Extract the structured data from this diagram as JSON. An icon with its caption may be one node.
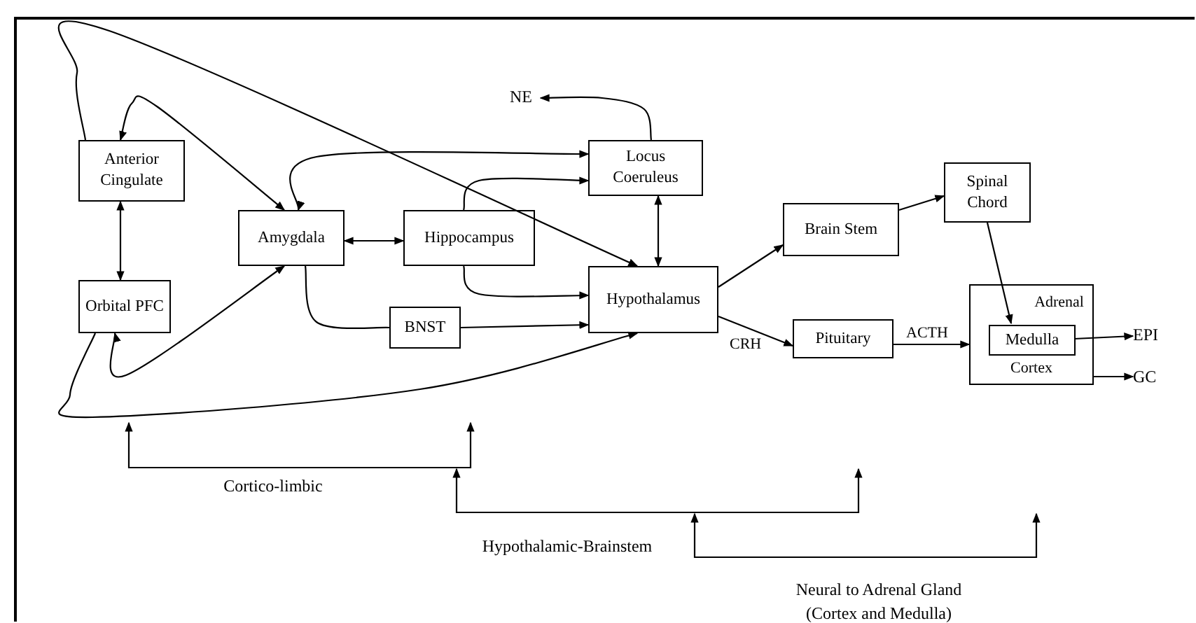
{
  "diagram": {
    "nodes": [
      {
        "text": [
          "Anterior Cingulate"
        ]
      },
      {
        "text": [
          "Orbital PFC"
        ]
      },
      {
        "text": [
          "Amygdala"
        ]
      },
      {
        "text": [
          "Hippocampus"
        ]
      },
      {
        "text": [
          "Locus Coeruleus"
        ]
      },
      {
        "text": [
          "Hypothalamus"
        ]
      },
      {
        "text": [
          "BNST"
        ]
      },
      {
        "text": [
          "Brain Stem"
        ]
      },
      {
        "text": [
          "Spinal Chord"
        ]
      },
      {
        "text": [
          "Pituitary"
        ]
      },
      {
        "text": [
          "Adrenal",
          "Cortex"
        ]
      },
      {
        "text": [
          "Medulla"
        ],
        "in": 10
      },
      {
        "text": [
          "NE"
        ]
      },
      {
        "text": [
          "EPI"
        ]
      },
      {
        "text": [
          "GC"
        ]
      }
    ],
    "edges": [
      {
        "from": 0,
        "to": 5,
        "arrow": "to"
      },
      {
        "from": 0,
        "to": 2,
        "arrow": "both"
      },
      {
        "from": 0,
        "to": 1,
        "arrow": "both"
      },
      {
        "from": 1,
        "to": 2,
        "arrow": "both"
      },
      {
        "from": 2,
        "to": 3,
        "arrow": "both"
      },
      {
        "from": 2,
        "to": 4,
        "arrow": "both"
      },
      {
        "from": 3,
        "to": 4,
        "arrow": "to"
      },
      {
        "from": 3,
        "to": 5,
        "arrow": "to"
      },
      {
        "from": 2,
        "to": 6,
        "arrow": "none"
      },
      {
        "from": 6,
        "to": 5,
        "arrow": "to"
      },
      {
        "from": 1,
        "to": 5,
        "arrow": "to"
      },
      {
        "from": 4,
        "to": 5,
        "arrow": "both"
      },
      {
        "from": 4,
        "to": 12,
        "arrow": "to"
      },
      {
        "from": 5,
        "to": 7,
        "arrow": "to"
      },
      {
        "from": 5,
        "to": 9,
        "arrow": "to",
        "label": "CRH"
      },
      {
        "from": 7,
        "to": 8,
        "arrow": "to"
      },
      {
        "from": 8,
        "to": 11,
        "arrow": "to"
      },
      {
        "from": 9,
        "to": 10,
        "arrow": "to",
        "label": "ACTH"
      },
      {
        "from": 11,
        "to": 13,
        "arrow": "to"
      },
      {
        "from": 10,
        "to": 14,
        "arrow": "to"
      }
    ],
    "labels": [
      "Cortico-limbic",
      "Hypothalamic-Brainstem",
      "Neural to Adrenal Gland (Cortex and Medulla)"
    ]
  }
}
